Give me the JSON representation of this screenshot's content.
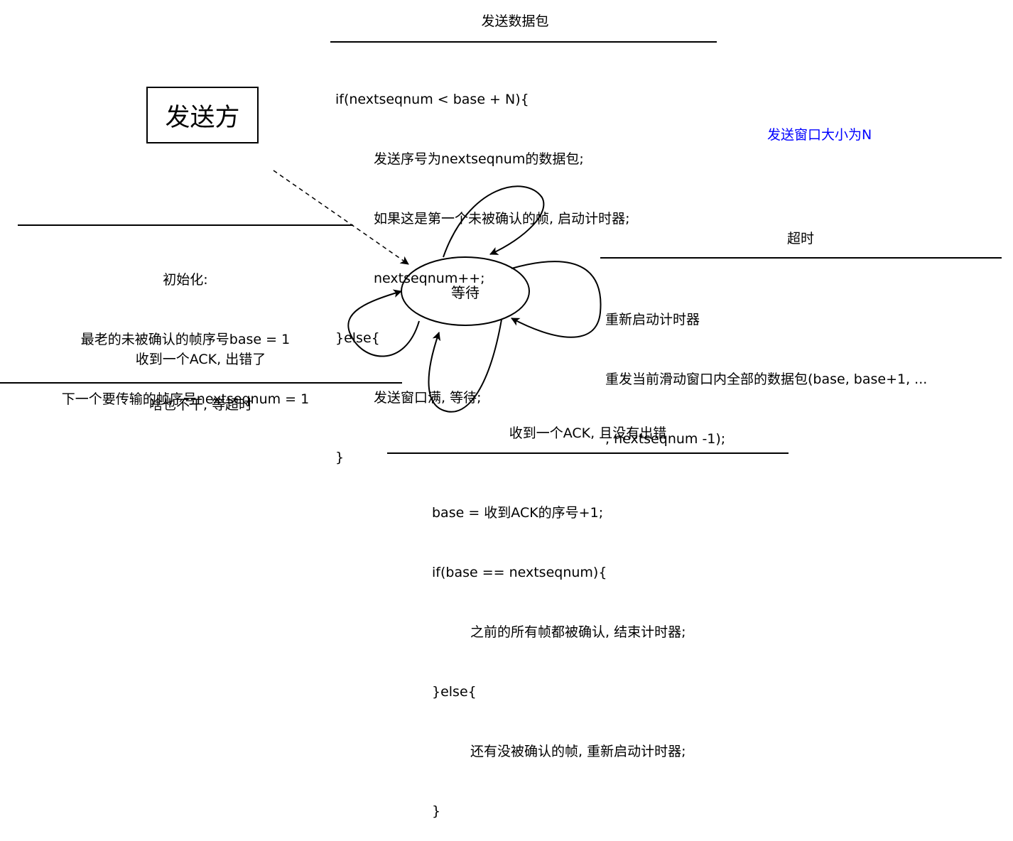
{
  "sender_label": "发送方",
  "state_label": "等待",
  "window_note": "发送窗口大小为N",
  "send": {
    "title": "发送数据包",
    "lines": [
      "if(nextseqnum < base + N){",
      "    发送序号为nextseqnum的数据包;",
      "    如果这是第一个未被确认的帧, 启动计时器;",
      "    nextseqnum++;",
      "}else{",
      "    发送窗口满, 等待;",
      "}"
    ]
  },
  "init": {
    "title": "初始化:",
    "lines": [
      "最老的未被确认的帧序号base = 1",
      "下一个要传输的帧序号nextseqnum = 1"
    ]
  },
  "timeout": {
    "title": "超时",
    "lines": [
      "重新启动计时器",
      "重发当前滑动窗口内全部的数据包(base, base+1, ...",
      ", nextseqnum -1);"
    ]
  },
  "ack_error": {
    "title": "收到一个ACK, 出错了",
    "action": "啥也不干, 等超时"
  },
  "ack_ok": {
    "title": "收到一个ACK, 且没有出错",
    "lines": [
      "base = 收到ACK的序号+1;",
      "if(base == nextseqnum){",
      "    之前的所有帧都被确认, 结束计时器;",
      "}else{",
      "    还有没被确认的帧, 重新启动计时器;",
      "}"
    ]
  },
  "colors": {
    "note": "#0000ff",
    "stroke": "#000000"
  }
}
